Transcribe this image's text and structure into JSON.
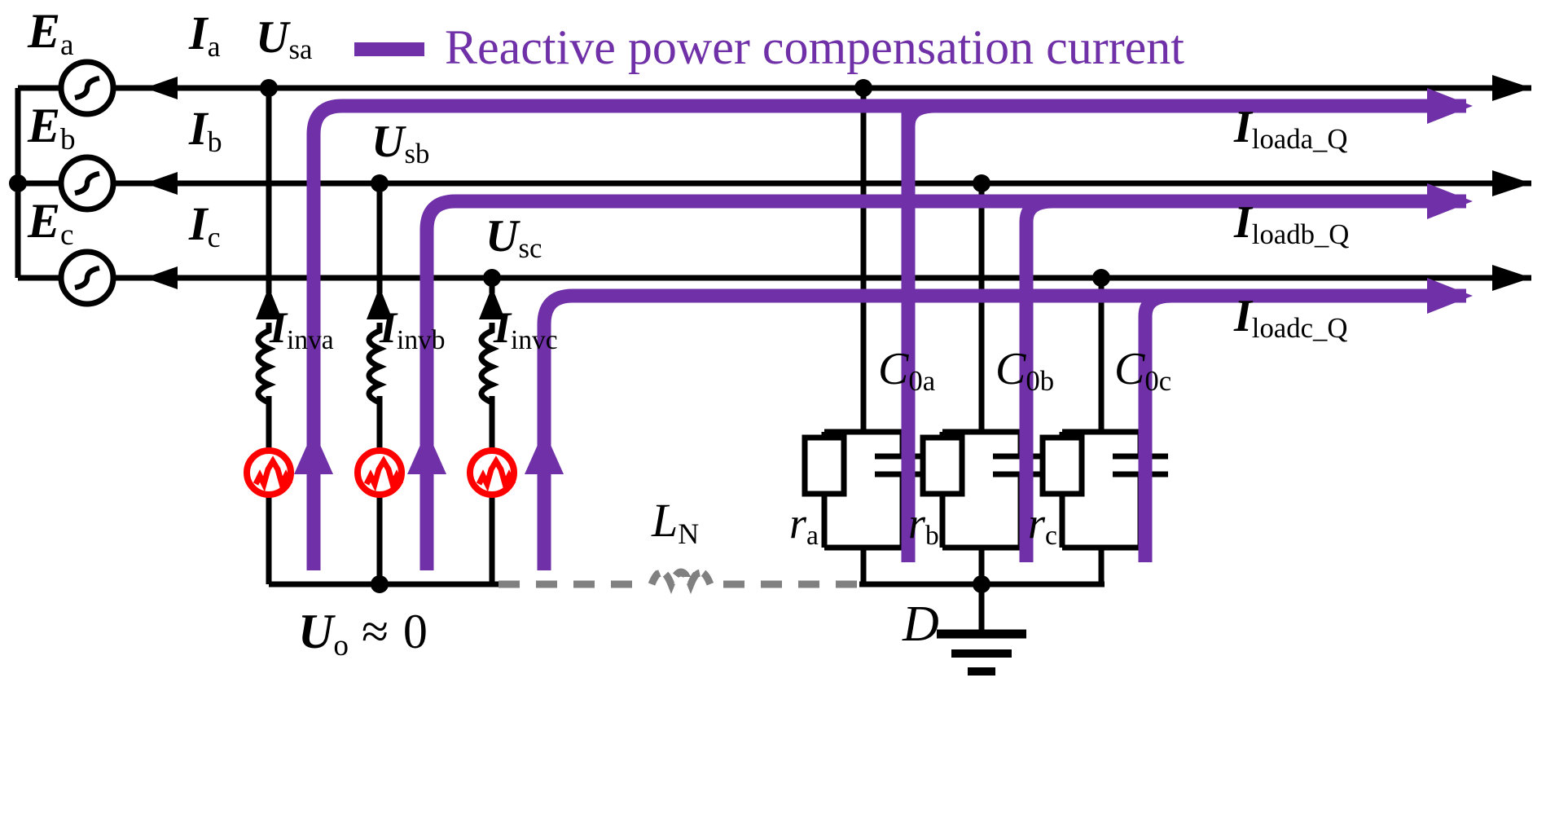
{
  "diagram": {
    "title": "Three-phase four-wire inverter reactive power compensation circuit",
    "legend": {
      "swatch_color": "#7031A8",
      "text": "Reactive power compensation current"
    },
    "colors": {
      "wire": "#000000",
      "compensation": "#7031A8",
      "inverter_symbol": "#FF0000",
      "neutral_inductor": "#808080"
    },
    "sources": [
      {
        "emf": "E",
        "emf_sub": "a",
        "current": "I",
        "current_sub": "a",
        "node": "U",
        "node_sub": "sa",
        "icon": "ac-source-icon"
      },
      {
        "emf": "E",
        "emf_sub": "b",
        "current": "I",
        "current_sub": "b",
        "node": "U",
        "node_sub": "sb",
        "icon": "ac-source-icon"
      },
      {
        "emf": "E",
        "emf_sub": "c",
        "current": "I",
        "current_sub": "c",
        "node": "U",
        "node_sub": "sc",
        "icon": "ac-source-icon"
      }
    ],
    "inverter_branches": [
      {
        "current": "I",
        "current_sub": "inva",
        "icon": "pwm-inverter-icon"
      },
      {
        "current": "I",
        "current_sub": "invb",
        "icon": "pwm-inverter-icon"
      },
      {
        "current": "I",
        "current_sub": "invc",
        "icon": "pwm-inverter-icon"
      }
    ],
    "load_currents": [
      {
        "symbol": "I",
        "sub": "loada_Q"
      },
      {
        "symbol": "I",
        "sub": "loadb_Q"
      },
      {
        "symbol": "I",
        "sub": "loadc_Q"
      }
    ],
    "load_capacitors": [
      {
        "symbol": "C",
        "sub": "0a"
      },
      {
        "symbol": "C",
        "sub": "0b"
      },
      {
        "symbol": "C",
        "sub": "0c"
      }
    ],
    "load_resistors": [
      {
        "symbol": "r",
        "sub": "a"
      },
      {
        "symbol": "r",
        "sub": "b"
      },
      {
        "symbol": "r",
        "sub": "c"
      }
    ],
    "neutral_inductor": {
      "symbol": "L",
      "sub": "N"
    },
    "neutral_voltage": {
      "symbol": "U",
      "sub": "o",
      "relation": "≈",
      "value": "0"
    },
    "ground": {
      "label": "D",
      "icon": "earth-ground-icon"
    }
  }
}
